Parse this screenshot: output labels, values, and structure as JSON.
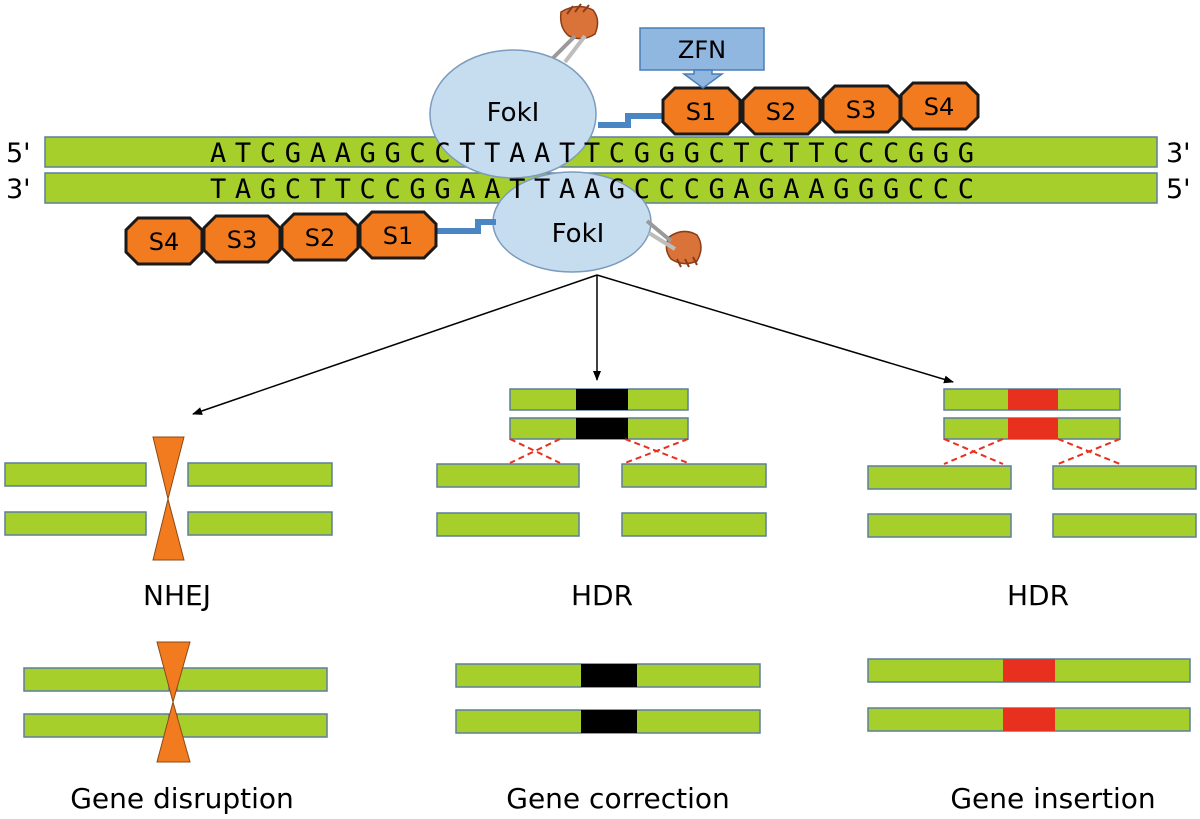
{
  "dna": {
    "top": {
      "left_end": "5'",
      "sequence": "ATCGAAGGCCTTAATTCGGGCTCTTCCCGGG",
      "right_end": "3'"
    },
    "bottom": {
      "left_end": "3'",
      "sequence": "TAGCTTCCGGAATTAAGCCCGAGAAGGGCCC",
      "right_end": "5'"
    }
  },
  "nuclease": {
    "label": "FokI",
    "callout": "ZFN"
  },
  "zinc_fingers": {
    "top": [
      "S1",
      "S2",
      "S3",
      "S4"
    ],
    "bottom": [
      "S4",
      "S3",
      "S2",
      "S1"
    ]
  },
  "pathways": {
    "left": {
      "mechanism": "NHEJ",
      "outcome": "Gene disruption"
    },
    "middle": {
      "mechanism": "HDR",
      "outcome": "Gene correction"
    },
    "right": {
      "mechanism": "HDR",
      "outcome": "Gene insertion"
    }
  },
  "colors": {
    "dna": "#a6cf2b",
    "dna_border": "#5b7f9e",
    "zinc_finger": "#f37b1f",
    "fok_body": "#c6dcef",
    "zfn_callout": "#8fb7e0",
    "linker": "#4a86c4",
    "cut_marker": "#f37b1f",
    "correction_insert": "#000000",
    "insertion_insert": "#e8301e",
    "crossover": "#e8301e"
  },
  "icons": [
    "scissors-icon"
  ]
}
